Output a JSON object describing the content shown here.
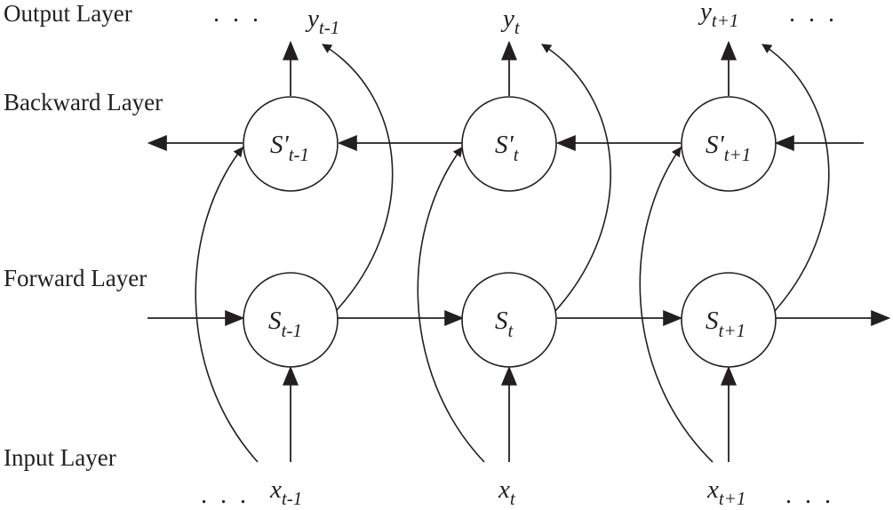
{
  "layers": {
    "output": "Output Layer",
    "backward": "Backward Layer",
    "forward": "Forward Layer",
    "input": "Input Layer"
  },
  "ellipsis": ". . .",
  "columns": [
    {
      "output": {
        "base": "y",
        "sub": "t-1"
      },
      "backward": {
        "base": "S'",
        "sub": "t-1"
      },
      "forward": {
        "base": "S",
        "sub": "t-1"
      },
      "input": {
        "base": "x",
        "sub": "t-1"
      }
    },
    {
      "output": {
        "base": "y",
        "sub": "t"
      },
      "backward": {
        "base": "S'",
        "sub": "t"
      },
      "forward": {
        "base": "S",
        "sub": "t"
      },
      "input": {
        "base": "x",
        "sub": "t"
      }
    },
    {
      "output": {
        "base": "y",
        "sub": "t+1"
      },
      "backward": {
        "base": "S'",
        "sub": "t+1"
      },
      "forward": {
        "base": "S",
        "sub": "t+1"
      },
      "input": {
        "base": "x",
        "sub": "t+1"
      }
    }
  ]
}
